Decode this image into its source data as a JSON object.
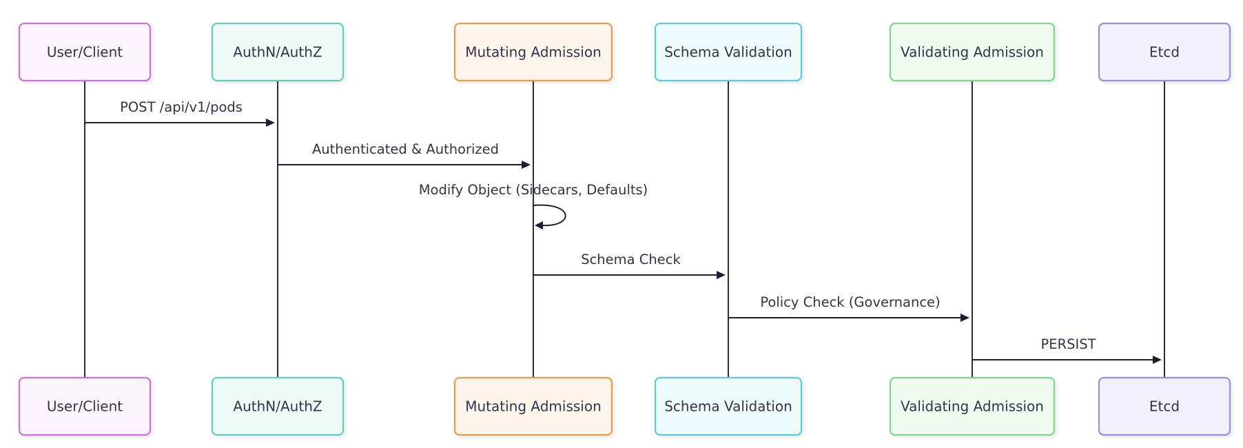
{
  "diagram": {
    "participants": [
      {
        "id": "user",
        "label": "User/Client",
        "fill": "#fdf5fe",
        "stroke": "#d36de6"
      },
      {
        "id": "auth",
        "label": "AuthN/AuthZ",
        "fill": "#f0fbf8",
        "stroke": "#5fcfb6"
      },
      {
        "id": "mutating",
        "label": "Mutating Admission",
        "fill": "#fef6ec",
        "stroke": "#ee9a4e"
      },
      {
        "id": "schema",
        "label": "Schema Validation",
        "fill": "#effcfe",
        "stroke": "#5cc9ea"
      },
      {
        "id": "validating",
        "label": "Validating Admission",
        "fill": "#f1fbf0",
        "stroke": "#7bd78a"
      },
      {
        "id": "etcd",
        "label": "Etcd",
        "fill": "#f3f1fd",
        "stroke": "#9d8ae8"
      }
    ],
    "messages": [
      {
        "from": "user",
        "to": "auth",
        "label": "POST /api/v1/pods"
      },
      {
        "from": "auth",
        "to": "mutating",
        "label": "Authenticated & Authorized"
      },
      {
        "from": "mutating",
        "to": "mutating",
        "label": "Modify Object (Sidecars, Defaults)"
      },
      {
        "from": "mutating",
        "to": "schema",
        "label": "Schema Check"
      },
      {
        "from": "schema",
        "to": "validating",
        "label": "Policy Check (Governance)"
      },
      {
        "from": "validating",
        "to": "etcd",
        "label": "PERSIST"
      }
    ]
  }
}
